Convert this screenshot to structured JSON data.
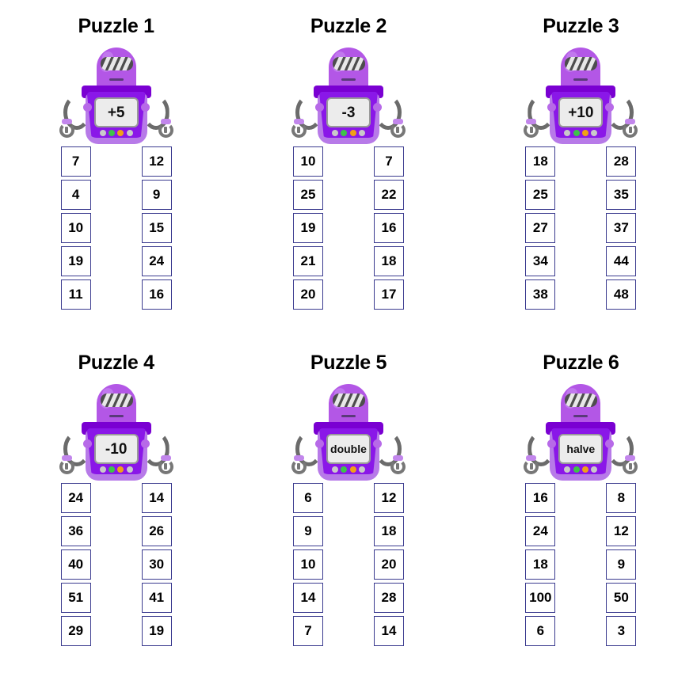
{
  "colors": {
    "head": "#b357e6",
    "shoulders": "#7a00d2",
    "torso": "#8a17e8",
    "torso_outer": "#b77ae8",
    "visor": "#4d4d4d",
    "screen_bg": "#ececec",
    "arm": "#6b6b6b",
    "joint": "#b76ae8",
    "box_border": "#3b3b8f",
    "background": "#ffffff"
  },
  "led_colors": [
    "#c9c9c9",
    "#3ec24a",
    "#f0a018",
    "#c9c9c9"
  ],
  "puzzles": [
    {
      "title": "Puzzle 1",
      "rule": "+5",
      "rule_is_word": false,
      "inputs": [
        "7",
        "4",
        "10",
        "19",
        "11"
      ],
      "outputs": [
        "12",
        "9",
        "15",
        "24",
        "16"
      ]
    },
    {
      "title": "Puzzle 2",
      "rule": "-3",
      "rule_is_word": false,
      "inputs": [
        "10",
        "25",
        "19",
        "21",
        "20"
      ],
      "outputs": [
        "7",
        "22",
        "16",
        "18",
        "17"
      ]
    },
    {
      "title": "Puzzle 3",
      "rule": "+10",
      "rule_is_word": false,
      "inputs": [
        "18",
        "25",
        "27",
        "34",
        "38"
      ],
      "outputs": [
        "28",
        "35",
        "37",
        "44",
        "48"
      ]
    },
    {
      "title": "Puzzle 4",
      "rule": "-10",
      "rule_is_word": false,
      "inputs": [
        "24",
        "36",
        "40",
        "51",
        "29"
      ],
      "outputs": [
        "14",
        "26",
        "30",
        "41",
        "19"
      ]
    },
    {
      "title": "Puzzle 5",
      "rule": "double",
      "rule_is_word": true,
      "inputs": [
        "6",
        "9",
        "10",
        "14",
        "7"
      ],
      "outputs": [
        "12",
        "18",
        "20",
        "28",
        "14"
      ]
    },
    {
      "title": "Puzzle 6",
      "rule": "halve",
      "rule_is_word": true,
      "inputs": [
        "16",
        "24",
        "18",
        "100",
        "6"
      ],
      "outputs": [
        "8",
        "12",
        "9",
        "50",
        "3"
      ]
    }
  ]
}
